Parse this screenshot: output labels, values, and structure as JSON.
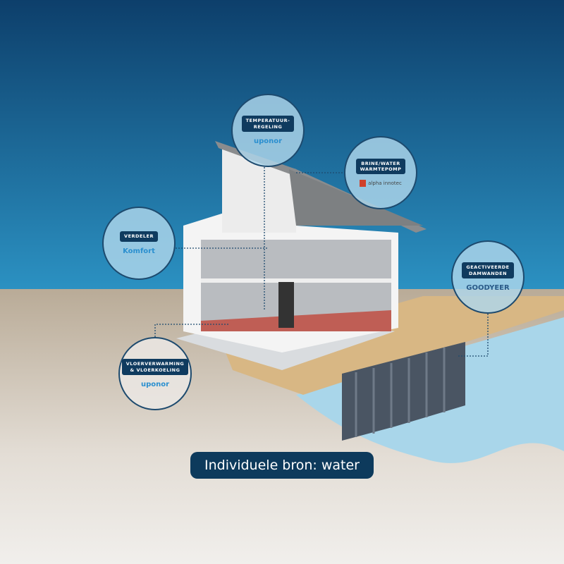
{
  "title": "Individuele bron: water",
  "callouts": [
    {
      "id": "temperatuurregeling",
      "label": "TEMPERATUUR-\nREGELING",
      "brand": "uponor"
    },
    {
      "id": "warmtepomp",
      "label": "BRINE/WATER\nWARMTEPOMP",
      "brand": "alpha innotec"
    },
    {
      "id": "verdeler",
      "label": "VERDELER",
      "brand": "Komfort"
    },
    {
      "id": "damwanden",
      "label": "GEACTIVEERDE\nDAMWANDEN",
      "brand": "GOODYEER"
    },
    {
      "id": "vloerverwarming",
      "label": "VLOERVERWARMING\n& VLOERKOELING",
      "brand": "uponor"
    }
  ],
  "colors": {
    "sky_top": "#0d3f6b",
    "sky_bottom": "#2c93c4",
    "pill": "#0d3a5c",
    "sand": "#d8b784",
    "water": "#a9d6ea"
  }
}
